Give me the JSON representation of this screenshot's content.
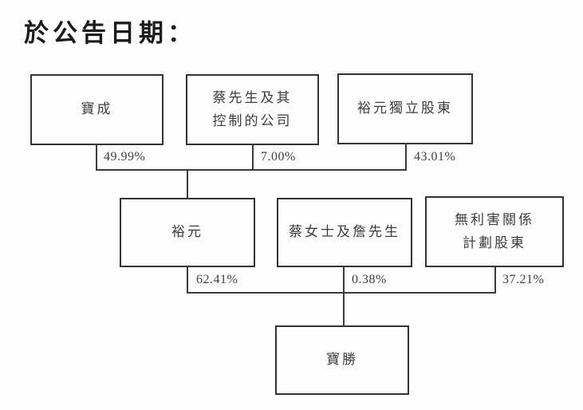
{
  "title": "於公告日期：",
  "diagram": {
    "type": "ownership-structure-tree",
    "levels": [
      {
        "parent_of": "裕元",
        "nodes": [
          {
            "label": "寶成",
            "ownership_pct": "49.99%"
          },
          {
            "label": "蔡先生及其\n控制的公司",
            "ownership_pct": "7.00%"
          },
          {
            "label": "裕元獨立股東",
            "ownership_pct": "43.01%"
          }
        ]
      },
      {
        "parent_of": "寶勝",
        "nodes": [
          {
            "label": "裕元",
            "ownership_pct": "62.41%"
          },
          {
            "label": "蔡女士及詹先生",
            "ownership_pct": "0.38%"
          },
          {
            "label": "無利害關係\n計劃股東",
            "ownership_pct": "37.21%"
          }
        ]
      },
      {
        "parent_of": null,
        "nodes": [
          {
            "label": "寶勝",
            "ownership_pct": null
          }
        ]
      }
    ]
  },
  "colors": {
    "background": "#fefefe",
    "line": "#3a3a3a",
    "box_border": "#333333",
    "text": "#3d3d3d",
    "title_text": "#1c1c1c"
  }
}
